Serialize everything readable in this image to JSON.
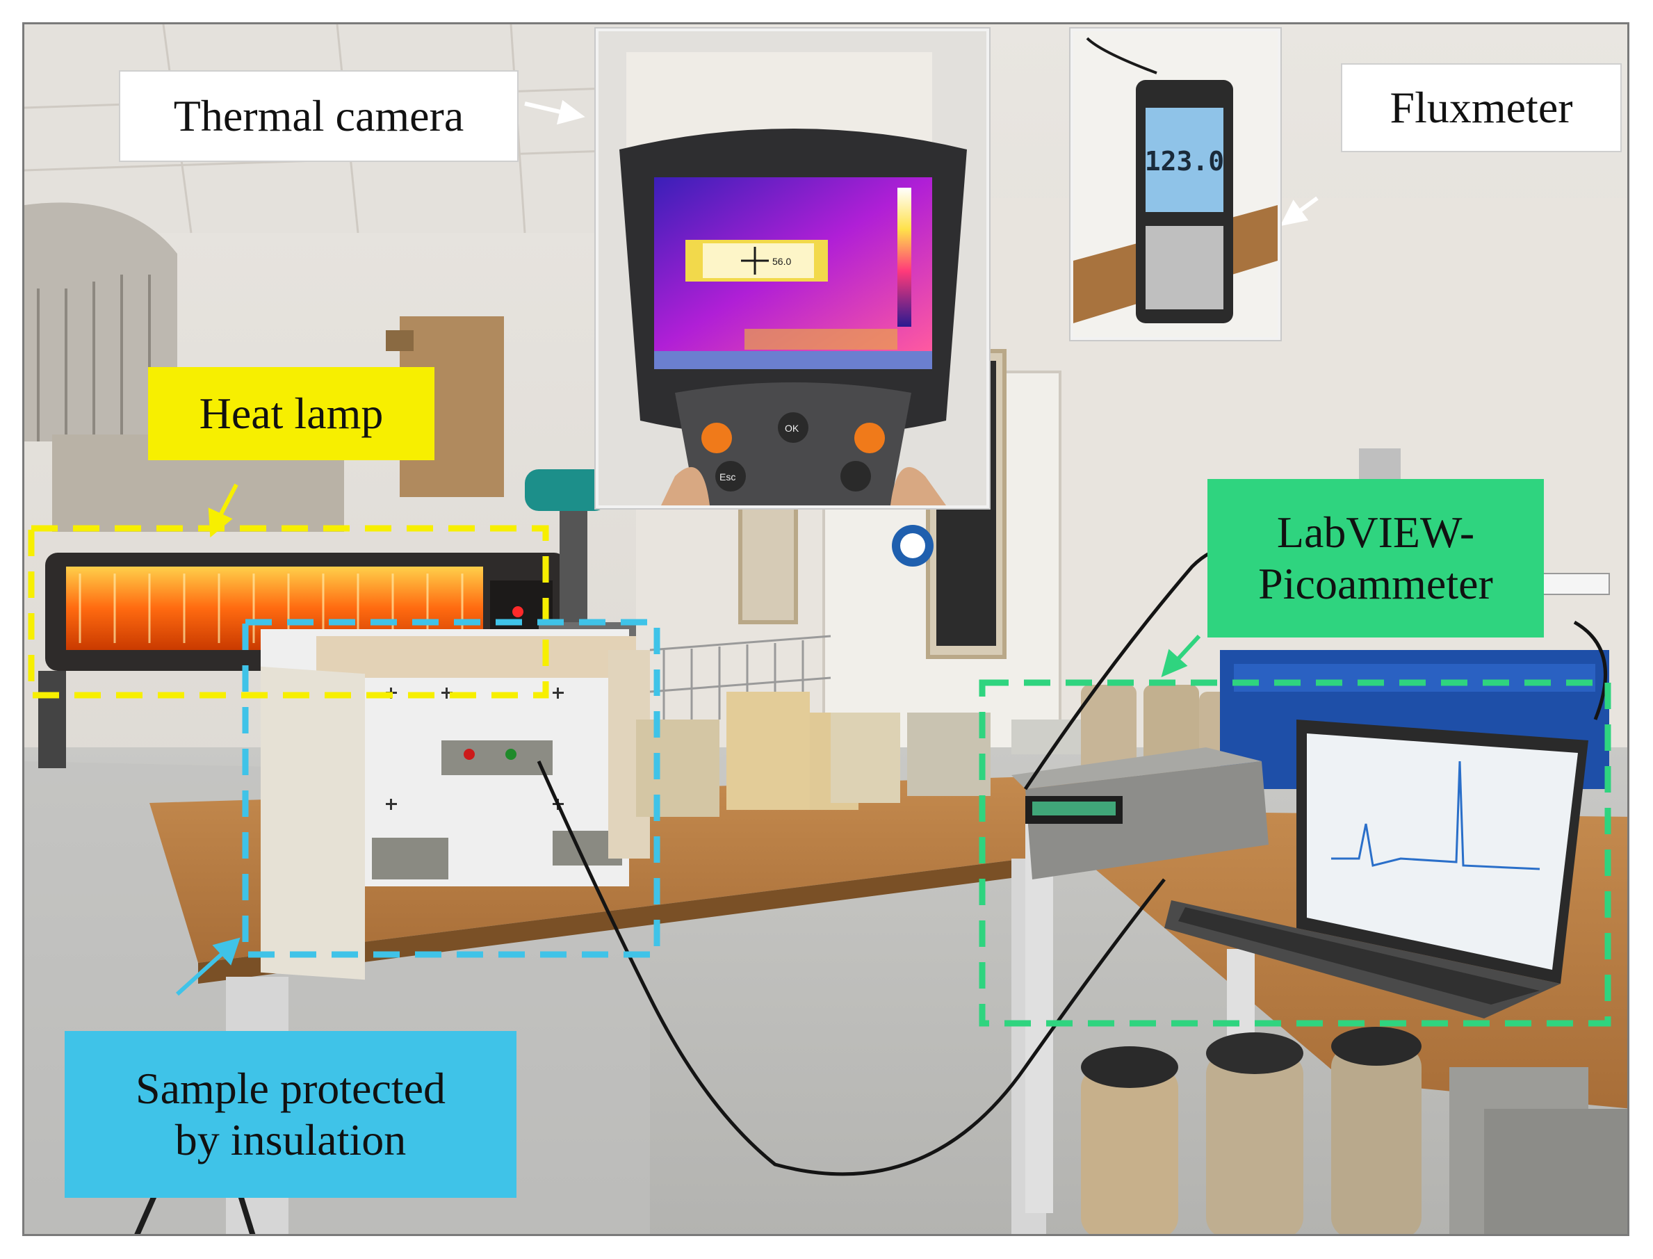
{
  "labels": {
    "thermal_camera": "Thermal camera",
    "fluxmeter": "Fluxmeter",
    "heat_lamp": "Heat lamp",
    "labview_line1": "LabVIEW-",
    "labview_line2": "Picoammeter",
    "sample_line1": "Sample protected",
    "sample_line2": "by insulation"
  },
  "fluxmeter_display": "123.0",
  "camera_readout": "56.0",
  "camera_buttons": {
    "ok": "OK",
    "esc": "Esc"
  },
  "colors": {
    "heat_lamp_box": "#f7ef00",
    "sample_box": "#3fc3e8",
    "labview_box": "#2fd47f",
    "label_white": "#ffffff"
  }
}
